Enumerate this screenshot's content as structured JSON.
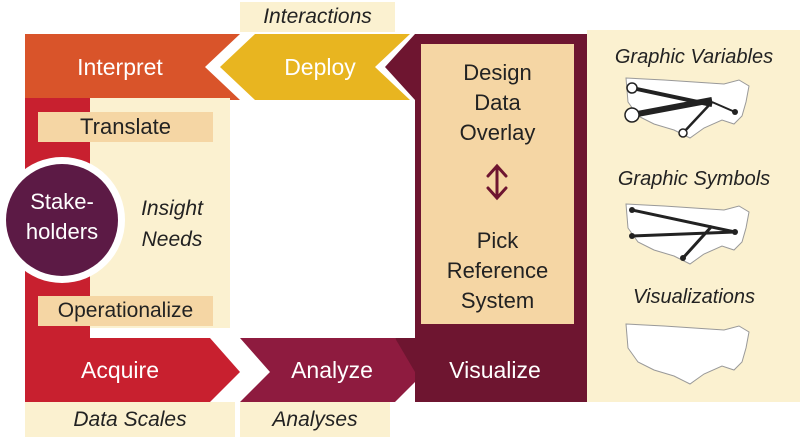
{
  "labels": {
    "interactions": "Interactions",
    "interpret": "Interpret",
    "deploy": "Deploy",
    "translate": "Translate",
    "stakeholders_line1": "Stake-",
    "stakeholders_line2": "holders",
    "insight_line1": "Insight",
    "insight_line2": "Needs",
    "operationalize": "Operationalize",
    "acquire": "Acquire",
    "analyze": "Analyze",
    "visualize": "Visualize",
    "data_scales": "Data Scales",
    "analyses": "Analyses",
    "design_line1": "Design",
    "design_line2": "Data",
    "design_line3": "Overlay",
    "pick_line1": "Pick",
    "pick_line2": "Reference",
    "pick_line3": "System",
    "graphic_variables": "Graphic Variables",
    "graphic_symbols": "Graphic Symbols",
    "visualizations": "Visualizations"
  },
  "colors": {
    "interpret_orange": "#d9542a",
    "deploy_yellow": "#e8b520",
    "acquire_red": "#c8202f",
    "analyze_wine": "#8e1b3f",
    "visualize_maroon": "#6e1530",
    "stakeholders_purple": "#5c1a45",
    "light_cream": "#fbf1d0",
    "tag_peach": "#f5d6a4"
  },
  "icons": {
    "double_arrow": "updown-arrow-icon",
    "maps": "us-map-icon"
  }
}
